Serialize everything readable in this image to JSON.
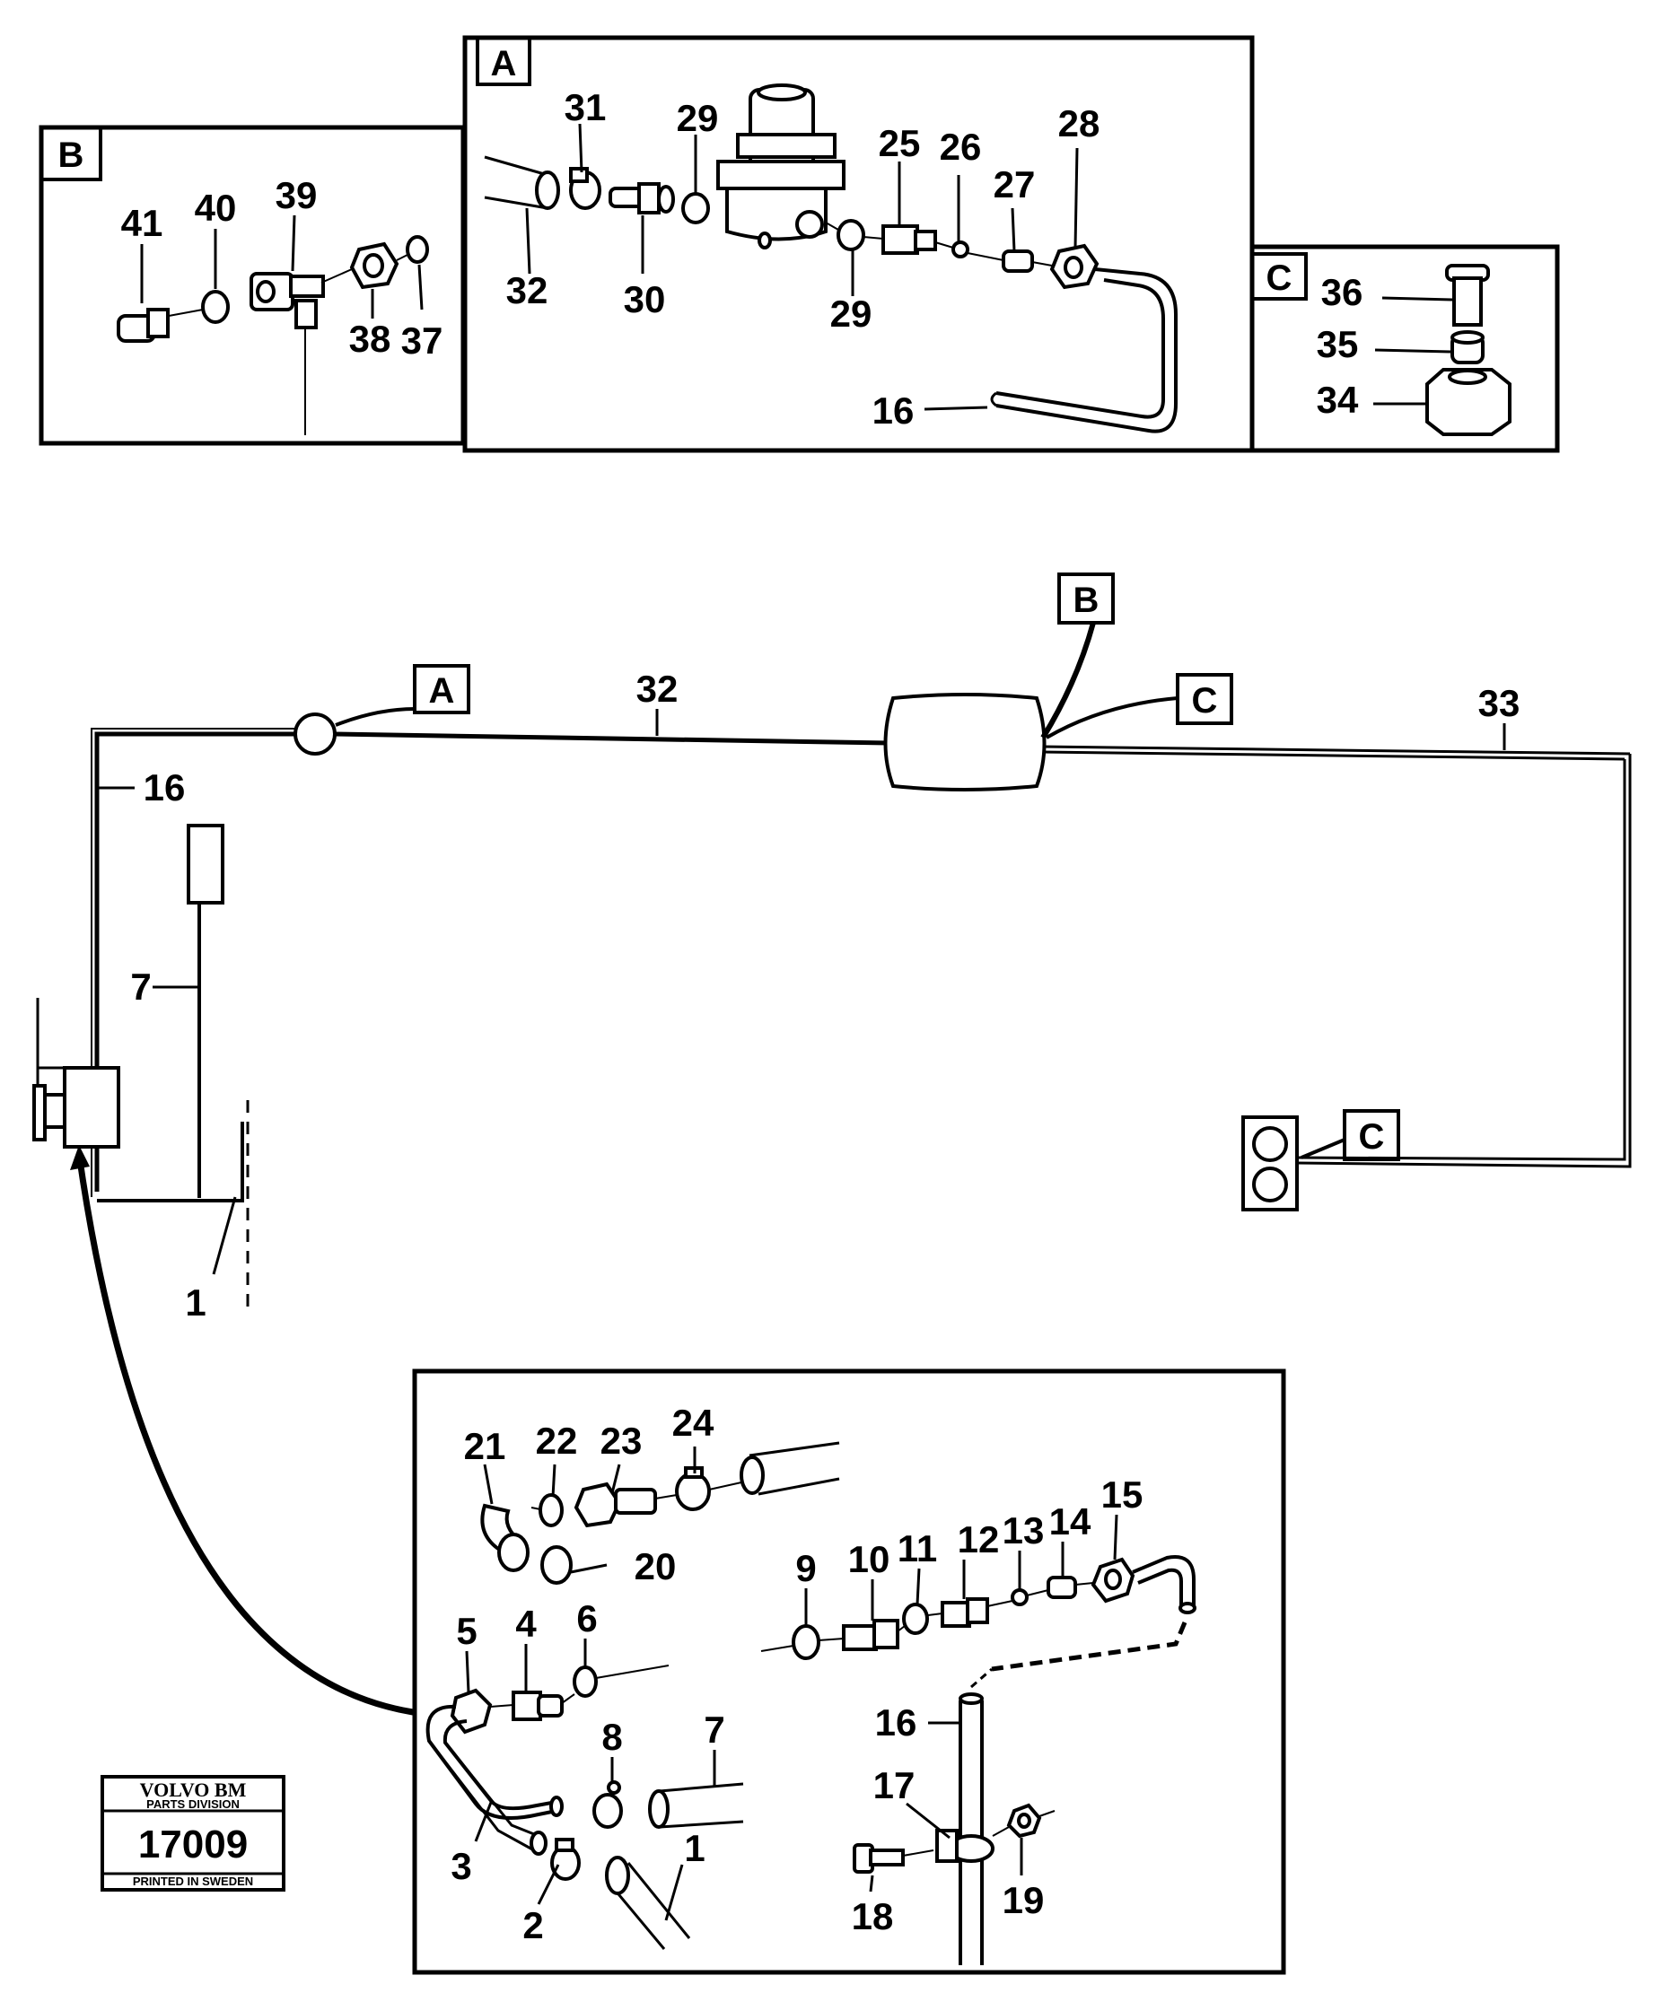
{
  "detail_tags": {
    "a": "A",
    "b": "B",
    "c": "C"
  },
  "main_tags": {
    "a": "A",
    "b": "B",
    "c1": "C",
    "c2": "C"
  },
  "labels": {
    "n1": "1",
    "n2": "2",
    "n3": "3",
    "n4": "4",
    "n5": "5",
    "n6": "6",
    "n7": "7",
    "n8": "8",
    "n9": "9",
    "n10": "10",
    "n11": "11",
    "n12": "12",
    "n13": "13",
    "n14": "14",
    "n15": "15",
    "n16": "16",
    "n17": "17",
    "n18": "18",
    "n19": "19",
    "n20": "20",
    "n21": "21",
    "n22": "22",
    "n23": "23",
    "n24": "24",
    "n25": "25",
    "n26": "26",
    "n27": "27",
    "n28": "28",
    "n29": "29",
    "n30": "30",
    "n31": "31",
    "n32": "32",
    "n33": "33",
    "n34": "34",
    "n35": "35",
    "n36": "36",
    "n37": "37",
    "n38": "38",
    "n39": "39",
    "n40": "40",
    "n41": "41"
  },
  "stamp": {
    "brand": "VOLVO BM",
    "division": "PARTS DIVISION",
    "number": "17009",
    "footer": "PRINTED IN SWEDEN"
  }
}
